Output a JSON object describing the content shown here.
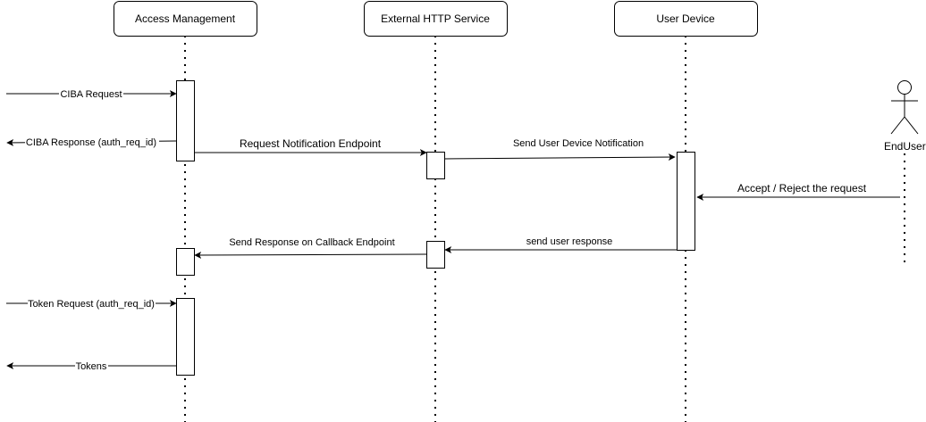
{
  "participants": {
    "access_management": "Access Management",
    "external_http_service": "External HTTP Service",
    "user_device": "User Device",
    "end_user": "EndUser"
  },
  "messages": {
    "ciba_request": "CIBA Request",
    "ciba_response": "CIBA Response (auth_req_id)",
    "request_notification_endpoint": "Request Notification Endpoint",
    "send_user_device_notification": "Send User Device Notification",
    "accept_reject_request": "Accept / Reject the request",
    "send_user_response": "send user response",
    "send_response_callback": "Send Response on Callback Endpoint",
    "token_request": "Token Request (auth_req_id)",
    "tokens": "Tokens"
  },
  "colors": {
    "stroke": "#000000",
    "background": "#ffffff"
  }
}
